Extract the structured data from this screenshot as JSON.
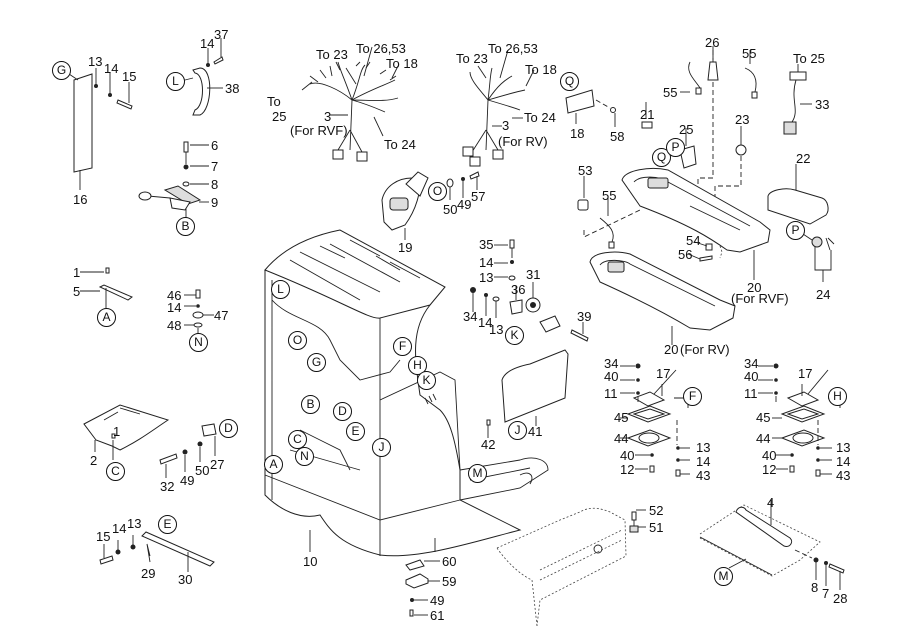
{
  "diagram": {
    "type": "exploded-parts-diagram",
    "subject": "truck frame, operator compartment and armrest console",
    "reference_letters": [
      "A",
      "B",
      "C",
      "D",
      "E",
      "F",
      "G",
      "H",
      "J",
      "K",
      "L",
      "M",
      "N",
      "O",
      "P",
      "Q"
    ],
    "callouts": {
      "c1a": "1",
      "c1b": "1",
      "c2": "2",
      "c3a": "3",
      "c3b": "3",
      "c4": "4",
      "c5": "5",
      "c6": "6",
      "c7a": "7",
      "c7b": "7",
      "c8a": "8",
      "c8b": "8",
      "c9": "9",
      "c10": "10",
      "c11a": "11",
      "c11b": "11",
      "c12a": "12",
      "c12b": "12",
      "c13a": "13",
      "c13b": "13",
      "c13c": "13",
      "c13d": "13",
      "c13e": "13",
      "c13f": "13",
      "c14a": "14",
      "c14b": "14",
      "c14c": "14",
      "c14d": "14",
      "c14e": "14",
      "c14f": "14",
      "c14g": "14",
      "c14h": "14",
      "c15a": "15",
      "c15b": "15",
      "c16": "16",
      "c17a": "17",
      "c17b": "17",
      "c18": "18",
      "c19": "19",
      "c20a": "20",
      "c20b": "20",
      "c21": "21",
      "c22": "22",
      "c23": "23",
      "c24a": "24",
      "c25": "25",
      "c26": "26",
      "c27": "27",
      "c28": "28",
      "c29": "29",
      "c30": "30",
      "c31": "31",
      "c32": "32",
      "c33": "33",
      "c34a": "34",
      "c34b": "34",
      "c34c": "34",
      "c35": "35",
      "c36": "36",
      "c37": "37",
      "c38": "38",
      "c39": "39",
      "c40a": "40",
      "c40b": "40",
      "c40c": "40",
      "c40d": "40",
      "c41": "41",
      "c42": "42",
      "c43a": "43",
      "c43b": "43",
      "c44a": "44",
      "c44b": "44",
      "c45a": "45",
      "c45b": "45",
      "c46": "46",
      "c47": "47",
      "c48": "48",
      "c49a": "49",
      "c49b": "49",
      "c49c": "49",
      "c50a": "50",
      "c50b": "50",
      "c51": "51",
      "c52": "52",
      "c53": "53",
      "c54": "54",
      "c55a": "55",
      "c55b": "55",
      "c55c": "55",
      "c56": "56",
      "c57": "57",
      "c58": "58",
      "c59": "59",
      "c60": "60",
      "c61": "61"
    },
    "notes": {
      "to23a": "To 23",
      "to2653a": "To 26,53",
      "to18a": "To 18",
      "to25a_1": "To",
      "to25a_2": "25",
      "forRVF3": "(For RVF)",
      "to24a": "To 24",
      "to23b": "To 23",
      "to2653b": "To 26,53",
      "to18b": "To 18",
      "to24b": "To 24",
      "forRV3": "(For RV)",
      "to25c": "To 25",
      "forRVF20": "(For RVF)",
      "forRV20": "(For RV)"
    }
  }
}
